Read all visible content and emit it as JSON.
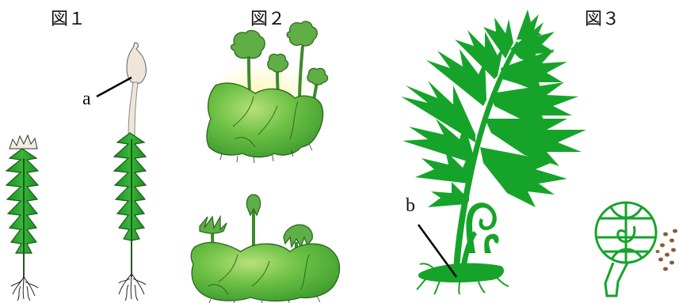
{
  "figures": [
    {
      "label": "図１"
    },
    {
      "label": "図２"
    },
    {
      "label": "図３"
    }
  ],
  "pointers": [
    {
      "label": "a"
    },
    {
      "label": "b"
    }
  ],
  "colors": {
    "plant_green": "#22a02c",
    "dark_outline": "#1d5a1a",
    "stalk_beige": "#efe6d8",
    "mat_green": "#64c040",
    "fern_green": "#16a32a",
    "spore_brown": "#8a5a32"
  }
}
